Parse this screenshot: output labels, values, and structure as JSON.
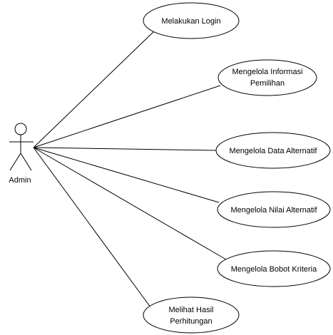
{
  "actor": {
    "name": "Admin"
  },
  "use_cases": [
    {
      "lines": [
        "Melakukan Login"
      ]
    },
    {
      "lines": [
        "Mengelola Informasi",
        "Pemilihan"
      ]
    },
    {
      "lines": [
        "Mengelola Data Alternatif"
      ]
    },
    {
      "lines": [
        "Mengelola Nilai Alternatif"
      ]
    },
    {
      "lines": [
        "Mengelola Bobot Kriteria"
      ]
    },
    {
      "lines": [
        "Melihat Hasil",
        "Perhitungan"
      ]
    }
  ]
}
